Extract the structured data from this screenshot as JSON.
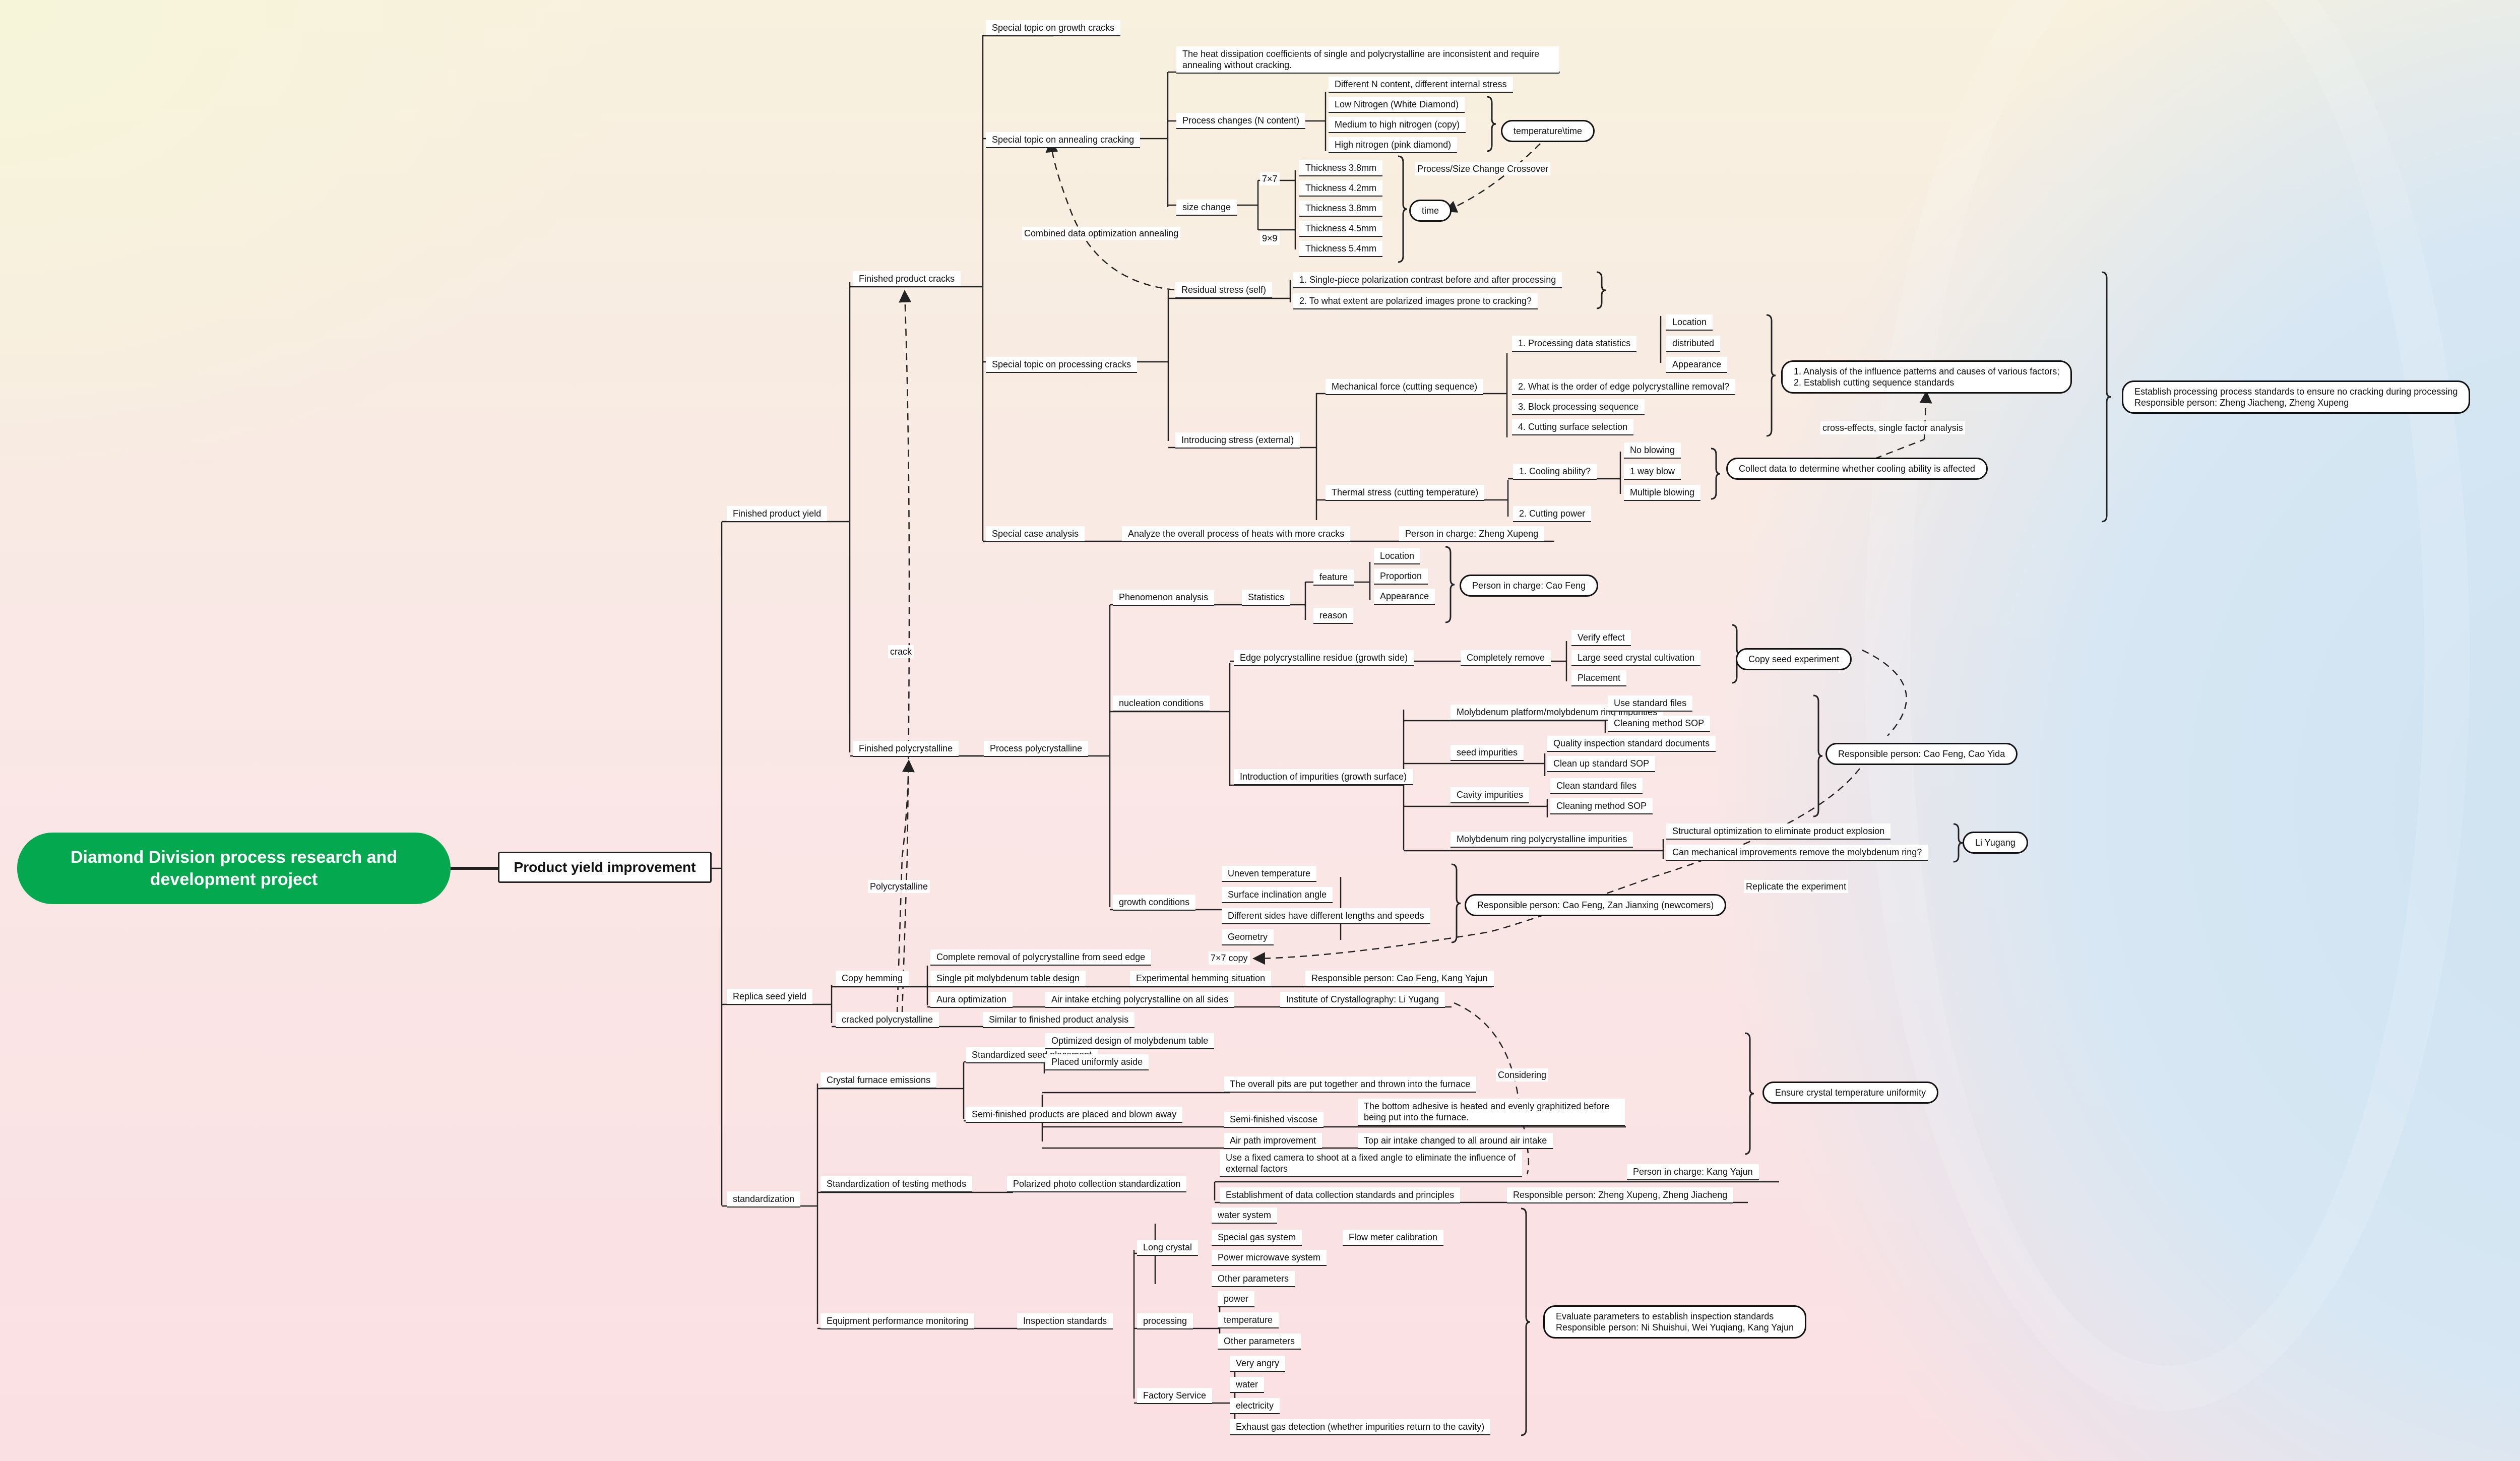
{
  "root": {
    "title": "Diamond Division process research and development project"
  },
  "main": {
    "title": "Product yield improvement"
  },
  "branches": {
    "finished_product_yield": "Finished product yield",
    "replica_seed_yield": "Replica seed yield",
    "standardization": "standardization"
  },
  "finished": {
    "cracks": "Finished product cracks",
    "polycrystalline": "Finished polycrystalline",
    "growth_cracks": "Special topic on growth cracks",
    "annealing_cracking": "Special topic on annealing cracking",
    "heat_dissipation": "The heat dissipation coefficients of single and polycrystalline are inconsistent and require annealing without cracking.",
    "process_changes": "Process changes (N content)",
    "n_items": [
      "Different N content, different internal stress",
      "Low Nitrogen (White Diamond)",
      "Medium to high nitrogen (copy)",
      "High nitrogen (pink diamond)"
    ],
    "temperature_time": "temperature\\time",
    "size_change": "size change",
    "size_7x7": "7×7",
    "size_9x9": "9×9",
    "thickness": [
      "Thickness 3.8mm",
      "Thickness 4.2mm",
      "Thickness 3.8mm",
      "Thickness 4.5mm",
      "Thickness 5.4mm"
    ],
    "time": "time",
    "crossover": "Process/Size Change Crossover",
    "combined_data": "Combined data optimization annealing",
    "processing_cracks": "Special topic on processing cracks",
    "residual_stress": "Residual stress (self)",
    "residual_items": [
      "1. Single-piece polarization contrast before and after processing",
      "2. To what extent are polarized images prone to cracking?"
    ],
    "introducing_stress": "Introducing stress (external)",
    "mechanical_force": "Mechanical force (cutting sequence)",
    "mech_items": [
      "1. Processing data statistics",
      "2. What is the order of edge polycrystalline removal?",
      "3. Block processing sequence",
      "4. Cutting surface selection"
    ],
    "stat_items": [
      "Location",
      "distributed",
      "Appearance"
    ],
    "analysis_pill": [
      "1. Analysis of the influence patterns and causes of various factors;",
      "2. Establish cutting sequence standards"
    ],
    "thermal_stress": "Thermal stress (cutting temperature)",
    "cooling": "1. Cooling ability?",
    "blow_items": [
      "No blowing",
      "1 way blow",
      "Multiple blowing"
    ],
    "cutting_power": "2. Cutting power",
    "collect_pill": "Collect data to determine whether cooling ability is affected",
    "cross_effects": "cross-effects, single factor analysis",
    "establish_pill": [
      "Establish processing process standards to ensure no cracking during processing",
      "Responsible person: Zheng Jiacheng, Zheng Xupeng"
    ],
    "special_case": "Special case analysis",
    "analyze_overall": "Analyze the overall process of heats with more cracks",
    "person_zheng": "Person in charge: Zheng Xupeng",
    "crack_label": "crack",
    "poly_label": "Polycrystalline"
  },
  "poly": {
    "process_poly": "Process polycrystalline",
    "phenomenon": "Phenomenon analysis",
    "statistics": "Statistics",
    "feature": "feature",
    "reason": "reason",
    "feature_items": [
      "Location",
      "Proportion",
      "Appearance"
    ],
    "cao_pill": "Person in charge: Cao Feng",
    "nucleation": "nucleation conditions",
    "edge_residue": "Edge polycrystalline residue (growth side)",
    "completely_remove": "Completely remove",
    "remove_items": [
      "Verify effect",
      "Large seed crystal cultivation",
      "Placement"
    ],
    "copy_seed_pill": "Copy seed experiment",
    "impurities": "Introduction of impurities (growth surface)",
    "mo_platform": "Molybdenum platform/molybdenum ring impurities",
    "mo_items": [
      "Use standard files",
      "Cleaning method SOP"
    ],
    "seed_impurities": "seed impurities",
    "seed_items": [
      "Quality inspection standard documents",
      "Clean up standard SOP"
    ],
    "cavity_impurities": "Cavity impurities",
    "cavity_items": [
      "Clean standard files",
      "Cleaning method SOP"
    ],
    "cao_yida_pill": "Responsible person: Cao Feng, Cao Yida",
    "mo_ring": "Molybdenum ring polycrystalline impurities",
    "ring_items": [
      "Structural optimization to eliminate product explosion",
      "Can mechanical improvements remove the molybdenum ring?"
    ],
    "replicate_label": "Replicate the experiment",
    "li_pill": "Li Yugang",
    "growth_conditions": "growth conditions",
    "growth_items": [
      "Uneven temperature",
      "Surface inclination angle",
      "Different sides have different lengths and speeds",
      "Geometry"
    ],
    "zan_pill": "Responsible person: Cao Feng, Zan Jianxing (newcomers)"
  },
  "replica": {
    "copy_hemming": "Copy hemming",
    "complete_removal": "Complete removal of polycrystalline from seed edge",
    "copy_7x7": "7×7 copy",
    "single_pit": "Single pit molybdenum table design",
    "experimental_hemming": "Experimental hemming situation",
    "resp_kang": "Responsible person: Cao Feng, Kang Yajun",
    "aura": "Aura optimization",
    "air_intake": "Air intake etching polycrystalline on all sides",
    "institute": "Institute of Crystallography: Li Yugang",
    "cracked_poly": "cracked polycrystalline",
    "similar": "Similar to finished product analysis"
  },
  "std": {
    "furnace": "Crystal furnace emissions",
    "seed_placement": "Standardized seed placement",
    "placement_items": [
      "Optimized design of molybdenum table",
      "Placed uniformly aside"
    ],
    "semi_finished": "Semi-finished products are placed and blown away",
    "overall_pits": "The overall pits are put together and thrown into the furnace",
    "semi_viscose": "Semi-finished viscose",
    "bottom_adhesive": "The bottom adhesive is heated and evenly graphitized before being put into the furnace.",
    "air_path": "Air path improvement",
    "top_air": "Top air intake changed to all around air intake",
    "considering": "Considering",
    "uniformity_pill": "Ensure crystal temperature uniformity",
    "testing": "Standardization of testing methods",
    "polarized": "Polarized photo collection standardization",
    "fixed_camera": "Use a fixed camera to shoot at a fixed angle to eliminate the influence of external factors",
    "person_kang": "Person in charge: Kang Yajun",
    "establishment": "Establishment of data collection standards and principles",
    "resp_zheng": "Responsible person: Zheng Xupeng, Zheng Jiacheng",
    "equipment": "Equipment performance monitoring",
    "inspection": "Inspection standards",
    "long_crystal": "Long crystal",
    "long_items": [
      "water system",
      "Special gas system",
      "Power microwave system",
      "Other parameters"
    ],
    "flow_meter": "Flow meter calibration",
    "processing": "processing",
    "processing_items": [
      "power",
      "temperature",
      "Other parameters"
    ],
    "factory": "Factory Service",
    "factory_items": [
      "Very angry",
      "water",
      "electricity",
      "Exhaust gas detection (whether impurities return to the cavity)"
    ],
    "evaluate_pill": [
      "Evaluate parameters to establish inspection standards",
      "Responsible person: Ni Shuishui, Wei Yuqiang, Kang Yajun"
    ]
  }
}
